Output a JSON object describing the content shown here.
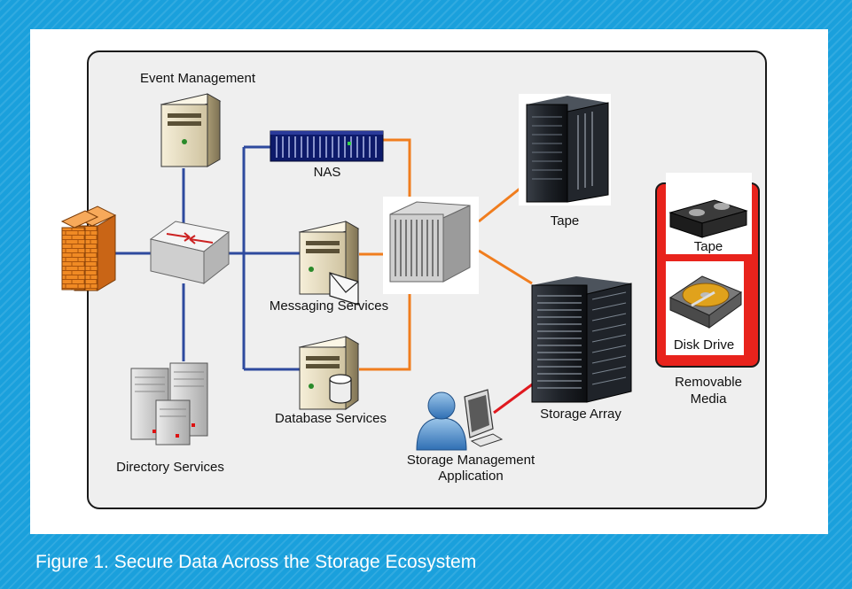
{
  "caption": "Figure 1. Secure Data Across the Storage Ecosystem",
  "nodes": {
    "event_management": "Event Management",
    "nas": "NAS",
    "messaging_services": "Messaging Services",
    "database_services": "Database Services",
    "directory_services": "Directory Services",
    "tape": "Tape",
    "storage_array": "Storage Array",
    "storage_management_line1": "Storage Management",
    "storage_management_line2": "Application",
    "removable_tape": "Tape",
    "disk_drive": "Disk Drive",
    "removable_media_line1": "Removable",
    "removable_media_line2": "Media"
  },
  "colors": {
    "background_blue": "#1aa0dc",
    "lan_link": "#2e4a9e",
    "san_link": "#f07d1e",
    "management_link": "#e0191f",
    "removable_box": "#e8231c"
  }
}
